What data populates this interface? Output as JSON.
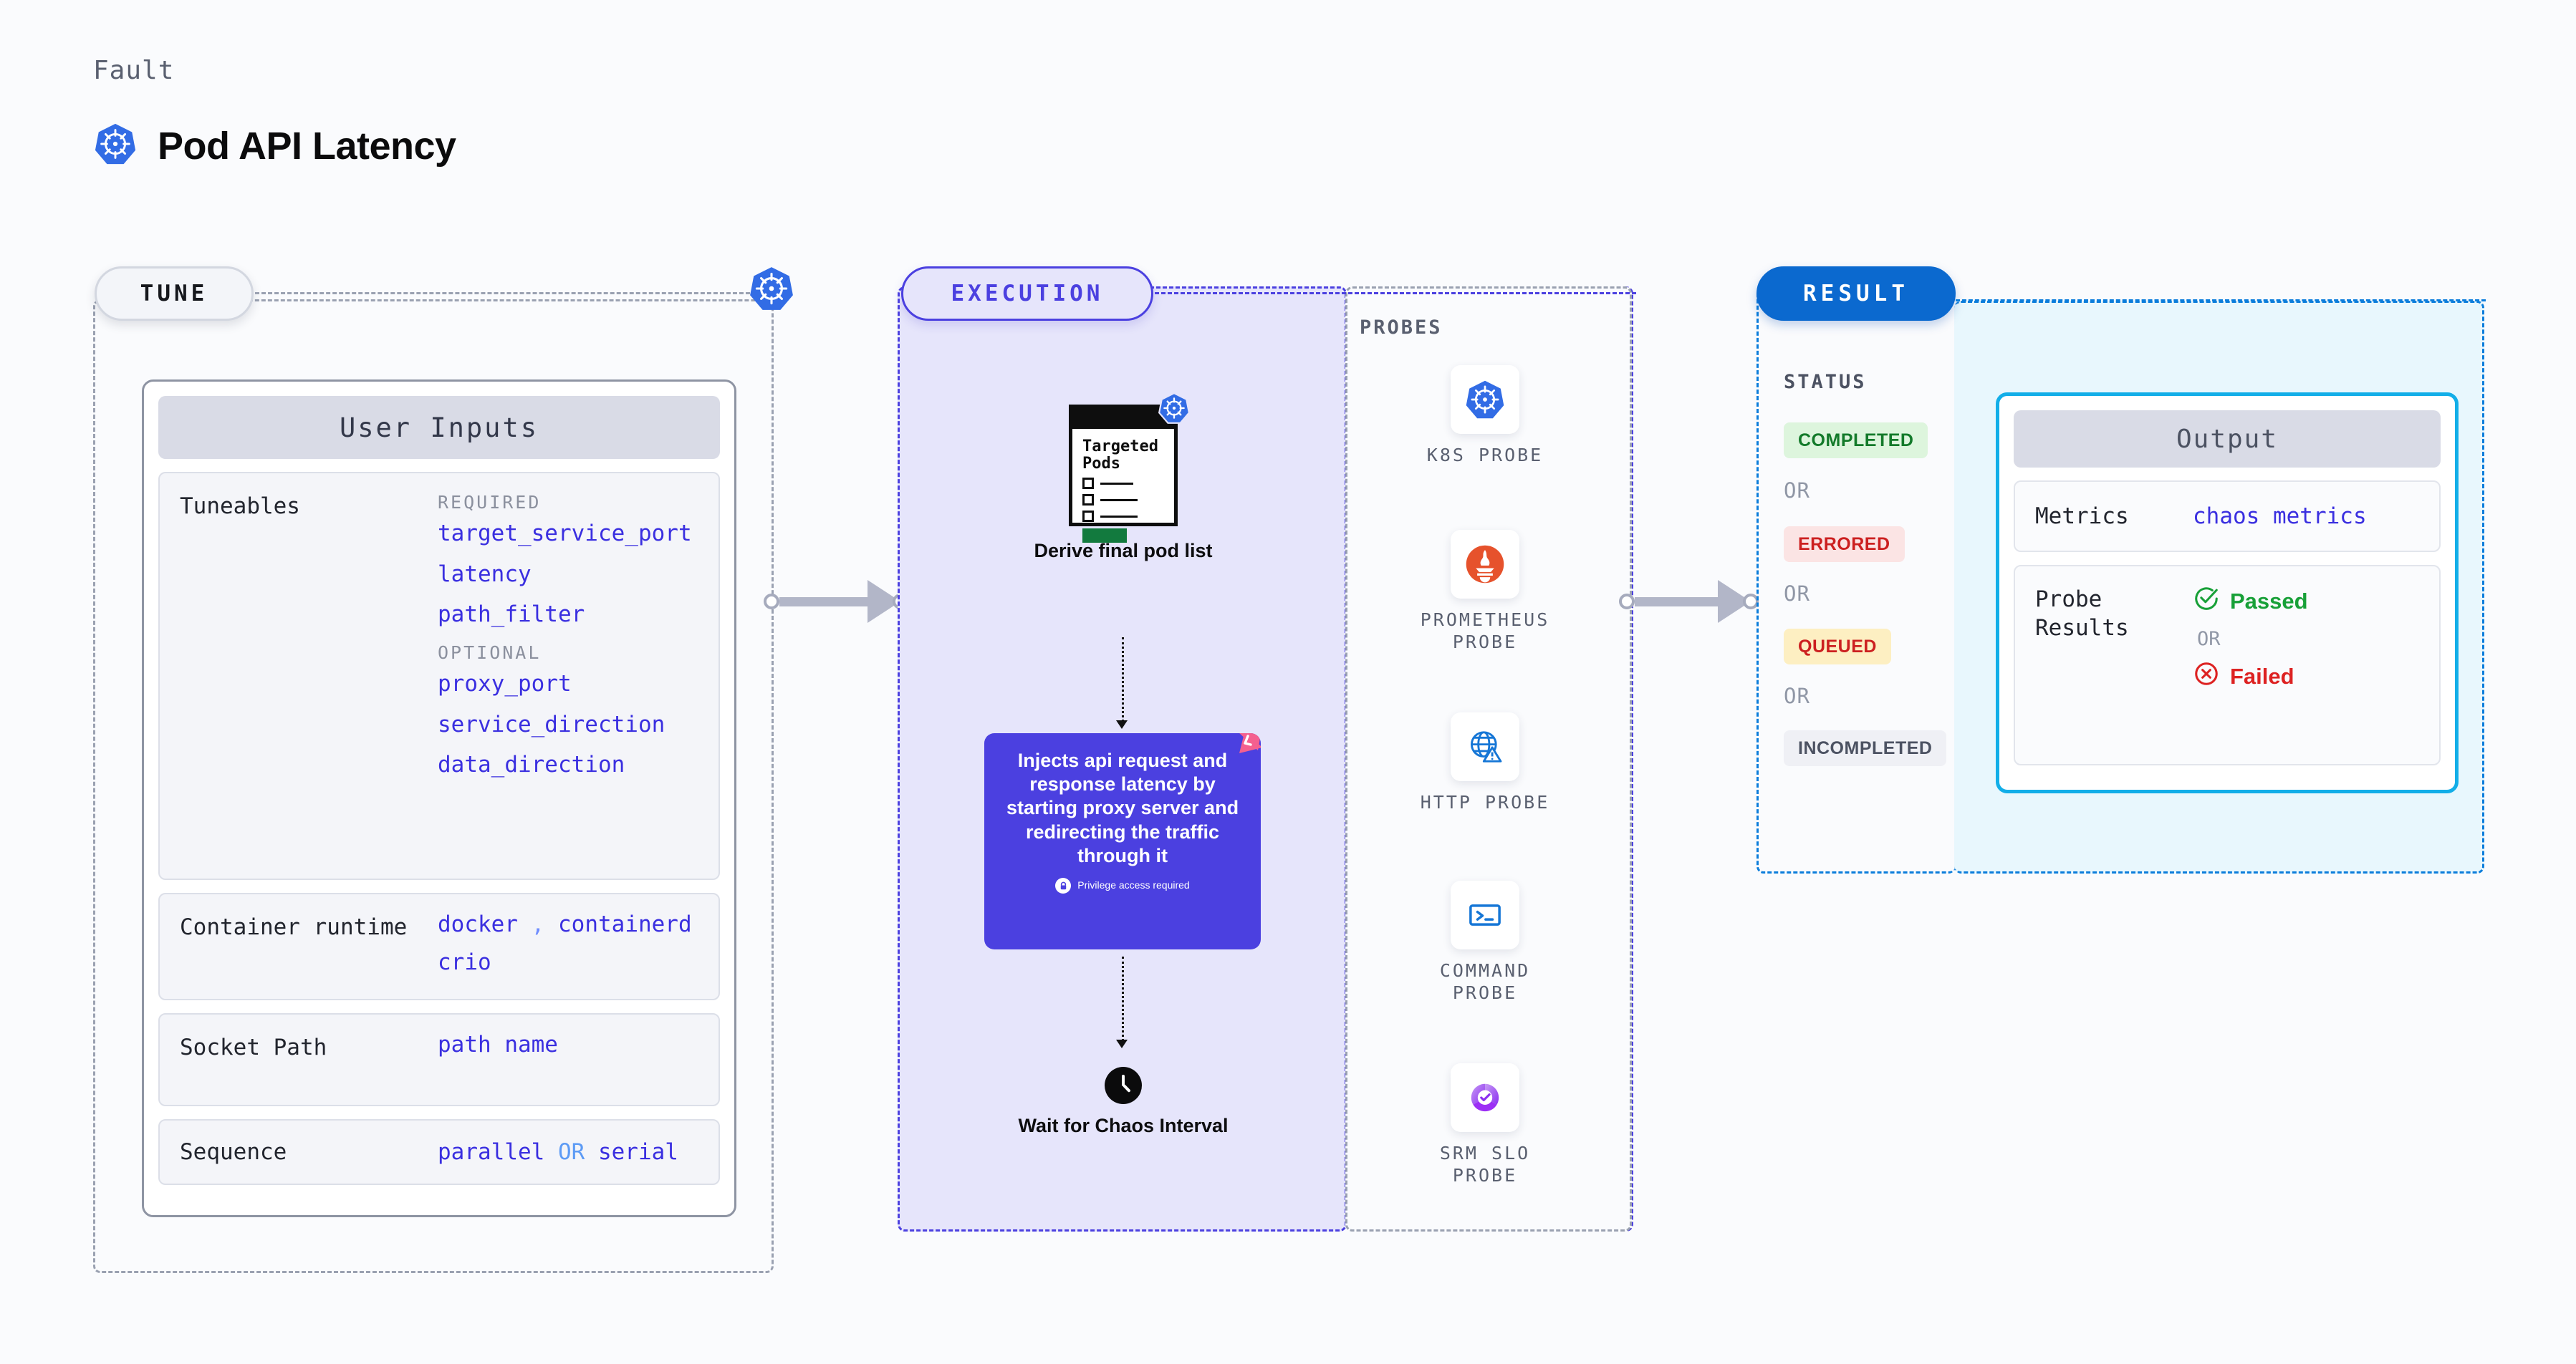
{
  "header": {
    "eyebrow": "Fault",
    "title": "Pod API Latency",
    "icon": "kubernetes-icon"
  },
  "tune": {
    "pill_label": "TUNE",
    "marker_icon": "kubernetes-icon",
    "card_title": "User Inputs",
    "rows": [
      {
        "key": "Tuneables",
        "groups": [
          {
            "label": "REQUIRED",
            "items": [
              "target_service_port",
              "latency",
              "path_filter"
            ]
          },
          {
            "label": "OPTIONAL",
            "items": [
              "proxy_port",
              "service_direction",
              "data_direction"
            ]
          }
        ]
      },
      {
        "key": "Container runtime",
        "values_line1": [
          "docker",
          "containerd"
        ],
        "separator": ",",
        "values_line2": [
          "crio"
        ]
      },
      {
        "key": "Socket Path",
        "value": "path name"
      },
      {
        "key": "Sequence",
        "value_a": "parallel",
        "or": "OR",
        "value_b": "serial"
      }
    ]
  },
  "execution": {
    "pill_label": "EXECUTION",
    "pods_node": {
      "card_title": "Targeted\nPods",
      "badge_icon": "kubernetes-icon",
      "label": "Derive final pod list"
    },
    "inject_node": {
      "text": "Injects api request and response latency by starting proxy server and redirecting the traffic through it",
      "privilege_note": "Privilege access required",
      "badge_icon": "litmus-chaos-icon",
      "lock_icon": "lock-icon"
    },
    "wait_node": {
      "icon": "clock-icon",
      "label": "Wait for Chaos Interval"
    }
  },
  "probes": {
    "title": "PROBES",
    "items": [
      {
        "label": "K8S PROBE",
        "icon": "kubernetes-icon"
      },
      {
        "label": "PROMETHEUS PROBE",
        "icon": "prometheus-icon"
      },
      {
        "label": "HTTP PROBE",
        "icon": "globe-warning-icon"
      },
      {
        "label": "COMMAND PROBE",
        "icon": "terminal-icon"
      },
      {
        "label": "SRM SLO PROBE",
        "icon": "srm-slo-icon"
      }
    ]
  },
  "result": {
    "pill_label": "RESULT",
    "status_title": "STATUS",
    "or_label": "OR",
    "statuses": [
      {
        "label": "COMPLETED",
        "text_color": "#137a2a",
        "bg_color": "#ddf5dd"
      },
      {
        "label": "ERRORED",
        "text_color": "#cc2020",
        "bg_color": "#fbe4e4"
      },
      {
        "label": "QUEUED",
        "text_color": "#cc2020",
        "bg_color": "#fdefc2"
      },
      {
        "label": "INCOMPLETED",
        "text_color": "#4c5262",
        "bg_color": "#eff0f5"
      }
    ],
    "output": {
      "title": "Output",
      "metrics_key": "Metrics",
      "metrics_value": "chaos metrics",
      "probe_results_key": "Probe Results",
      "passed_label": "Passed",
      "failed_label": "Failed",
      "or_label": "OR",
      "passed_icon": "check-circle-icon",
      "failed_icon": "x-circle-icon"
    }
  },
  "colors": {
    "accent_purple": "#4b40e0",
    "accent_blue": "#0b69cf",
    "accent_cyan": "#12aee8",
    "k8s_blue": "#326ce5",
    "litmus_pink": "#f4608f"
  }
}
